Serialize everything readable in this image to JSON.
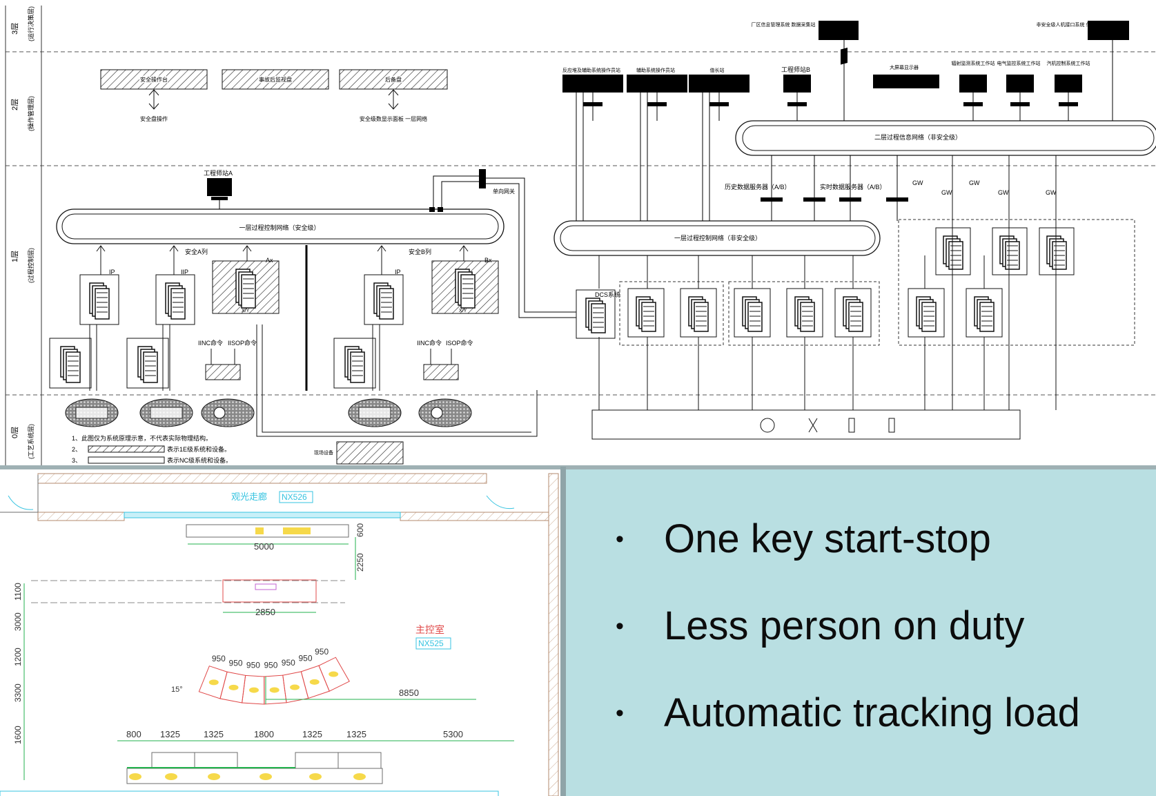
{
  "architecture": {
    "level_labels": [
      "3层",
      "2层",
      "1层",
      "0层"
    ],
    "level_sublabels": [
      "(运行决策层)",
      "(操作管理层)",
      "(过程控制层)",
      "(工艺系统层)"
    ],
    "top_hatched_boxes": [
      "安全操作台",
      "事故后监视盘",
      "后备盘"
    ],
    "top_hatched_captions": [
      "安全盘操作",
      "安全级数显示面板 一层网络"
    ],
    "safety_network": "一层过程控制网络（安全级）",
    "nonsafety_network": "一层过程控制网络（非安全级）",
    "level2_network": "二层过程信息网络（非安全级）",
    "workstation_a": "工程师站A",
    "workstation_b": "工程师站B",
    "gateway_label": "单向网关",
    "train_a": "安全A列",
    "train_b": "安全B列",
    "gw": "GW",
    "ip": "IP",
    "iip": "IIP",
    "ax": "Ax",
    "bx": "Bx",
    "xy": "X/Y",
    "nc_label": "IINC命令",
    "sop_label": "IISOP命令",
    "nc_label_b": "IINC命令",
    "sop_label_b": "ISOP命令",
    "dcs_label": "DCS系统",
    "top_right_left": "厂区信息管理系统 数据采集站",
    "top_right_right": "非安全级人机接口系统 信息服务器",
    "operator_stations": [
      "反应堆及辅助系统操作员站",
      "辅助系统操作员站",
      "值长站"
    ],
    "big_screen": "大屏幕显示器",
    "right_stations": [
      "辐射监测系统工作站",
      "电气监控系统工作站",
      "汽机控制系统工作站"
    ],
    "server_labels": [
      "历史数据服务器（A/B）",
      "实时数据服务器（A/B）"
    ],
    "notes": [
      "1、此图仅为系统原理示意，不代表实际物理结构。",
      "2、",
      "3、"
    ],
    "note_texts": [
      "表示1E级系统和设备。",
      "表示NC级系统和设备。"
    ],
    "legend_caption": "现场设备"
  },
  "floorplan": {
    "corridor_label": "观光走廊",
    "corridor_tag": "NX526",
    "room_label": "主控室",
    "room_tag": "NX525",
    "dim_top": "5000",
    "dim_600": "600",
    "dim_2250": "2250",
    "dim_2850": "2850",
    "dim_8850": "8850",
    "console_widths": [
      "950",
      "950",
      "950",
      "950",
      "950",
      "950",
      "950"
    ],
    "left_dims": [
      "1100",
      "3000",
      "1200",
      "3300",
      "1600"
    ],
    "bottom_dims": [
      "800",
      "1325",
      "1325",
      "1800",
      "1325",
      "1325",
      "5300"
    ],
    "angle_label": "15°"
  },
  "bullets": [
    "One key start-stop",
    "Less person on duty",
    "Automatic tracking load"
  ]
}
